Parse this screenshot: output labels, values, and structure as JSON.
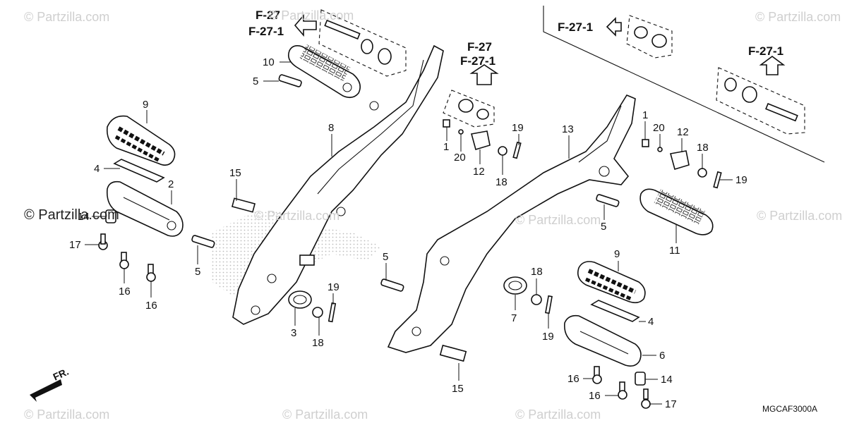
{
  "watermarks": {
    "text": "© Partzilla.com",
    "brand_text": "© Partzilla.com"
  },
  "diagram_code": "MGCAF3000A",
  "front_indicator": "FR.",
  "references": {
    "f27": "F-27",
    "f271": "F-27-1"
  },
  "callouts": {
    "n1": "1",
    "n2": "2",
    "n3": "3",
    "n4": "4",
    "n5": "5",
    "n6": "6",
    "n7": "7",
    "n8": "8",
    "n9": "9",
    "n10": "10",
    "n11": "11",
    "n12": "12",
    "n13": "13",
    "n14": "14",
    "n15": "15",
    "n16": "16",
    "n17": "17",
    "n18": "18",
    "n19": "19",
    "n20": "20"
  }
}
